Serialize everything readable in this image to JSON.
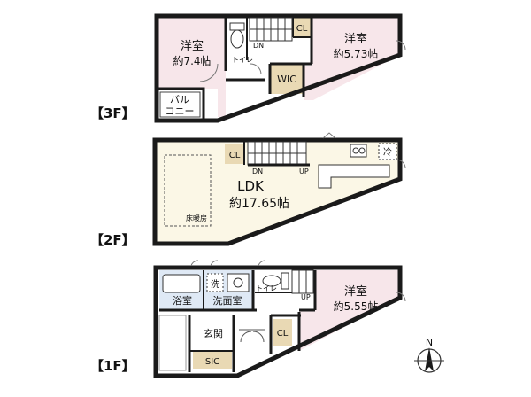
{
  "colors": {
    "wall": "#1a1a1a",
    "pink": "#f7e6ea",
    "cream": "#fbf7e6",
    "blue": "#dfe9f5",
    "tan": "#e9d9b4",
    "white": "#ffffff"
  },
  "floors": {
    "f3": {
      "label": "【3F】",
      "room_west_name": "洋室",
      "room_west_size": "約7.4帖",
      "room_east_name": "洋室",
      "room_east_size": "約5.73帖",
      "toilet": "トイレ",
      "closet": "CL",
      "wic": "WIC",
      "balcony_1": "バル",
      "balcony_2": "コニー",
      "stairs": "DN"
    },
    "f2": {
      "label": "【2F】",
      "ldk_name": "LDK",
      "ldk_size": "約17.65帖",
      "floor_heating": "床暖房",
      "closet": "CL",
      "fridge": "冷",
      "stairs_dn": "DN",
      "stairs_up": "UP"
    },
    "f1": {
      "label": "【1F】",
      "bath": "浴室",
      "wash_icon": "洗",
      "washroom": "洗面室",
      "toilet": "トイレ",
      "entrance": "玄関",
      "shoe_closet": "SIC",
      "closet": "CL",
      "room_name": "洋室",
      "room_size": "約5.55帖",
      "stairs_up": "UP"
    }
  },
  "compass": {
    "north": "N"
  }
}
